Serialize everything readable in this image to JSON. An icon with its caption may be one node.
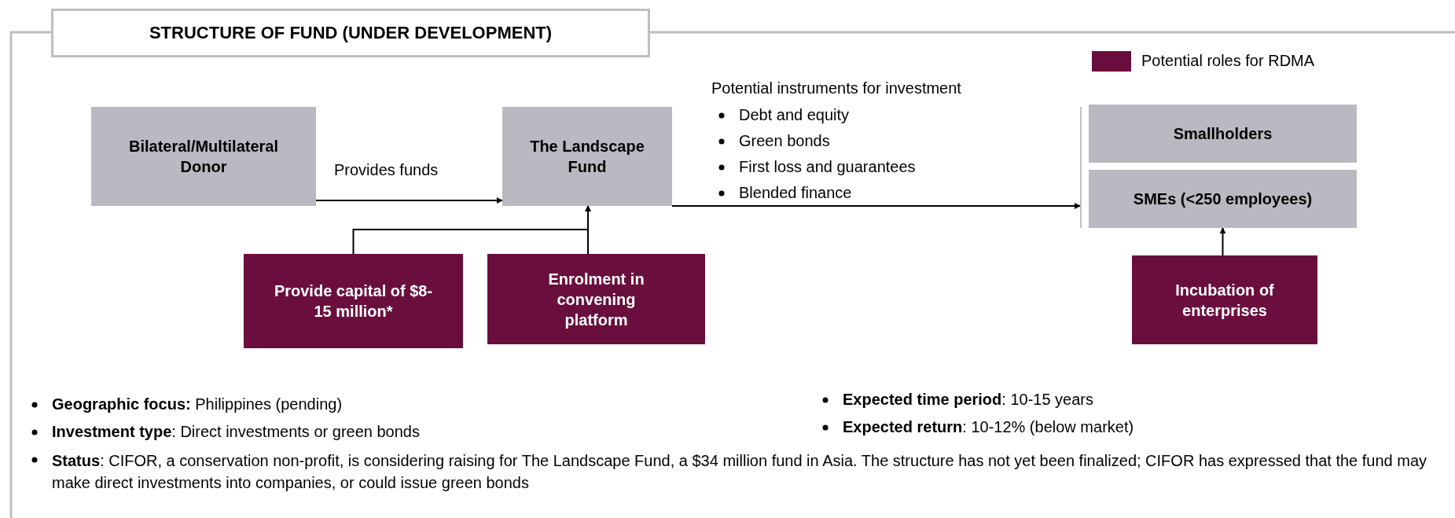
{
  "diagram": {
    "title": "STRUCTURE OF FUND (UNDER DEVELOPMENT)",
    "nodes": [
      {
        "text": [
          "Bilateral/Multilateral Donor"
        ]
      },
      {
        "text": [
          "The Landscape Fund"
        ]
      },
      {
        "text": [
          "Provide capital of $8-15 million*"
        ]
      },
      {
        "text": [
          "Enrolment in convening platform"
        ]
      },
      {
        "text": [],
        "shape": "bar"
      },
      {
        "text": [
          "Smallholders"
        ]
      },
      {
        "text": [
          "SMEs (<250 employees)"
        ]
      },
      {
        "text": [
          "Incubation of enterprises"
        ]
      }
    ],
    "edges": [
      {
        "from": 0,
        "to": 1,
        "arrow": "to",
        "label": "Provides funds"
      },
      {
        "from": 2,
        "to": 1,
        "arrow": "to"
      },
      {
        "from": 3,
        "to": 1,
        "arrow": "to"
      },
      {
        "from": 1,
        "to": 4,
        "arrow": "to"
      },
      {
        "from": 7,
        "to": 6,
        "arrow": "to"
      }
    ],
    "labels": [
      "Potential instruments for investment",
      "Debt and equity",
      "Green bonds",
      "First loss and guarantees",
      "Blended finance",
      "**Geographic focus:** Philippines (pending)",
      "**Expected time period**: 10-15 years",
      "**Investment type**: Direct investments or green bonds",
      "**Expected return**: 10-12% (below market)",
      "**Status**: CIFOR, a conservation non-profit, is considering raising for The Landscape Fund, a $34 million fund in Asia. The structure has not yet been finalized; CIFOR has expressed that the fund may make direct investments into companies, or could issue green bonds"
    ],
    "legend": [
      {
        "text": "Potential roles for RDMA",
        "color": "#6a0f3d"
      }
    ]
  }
}
